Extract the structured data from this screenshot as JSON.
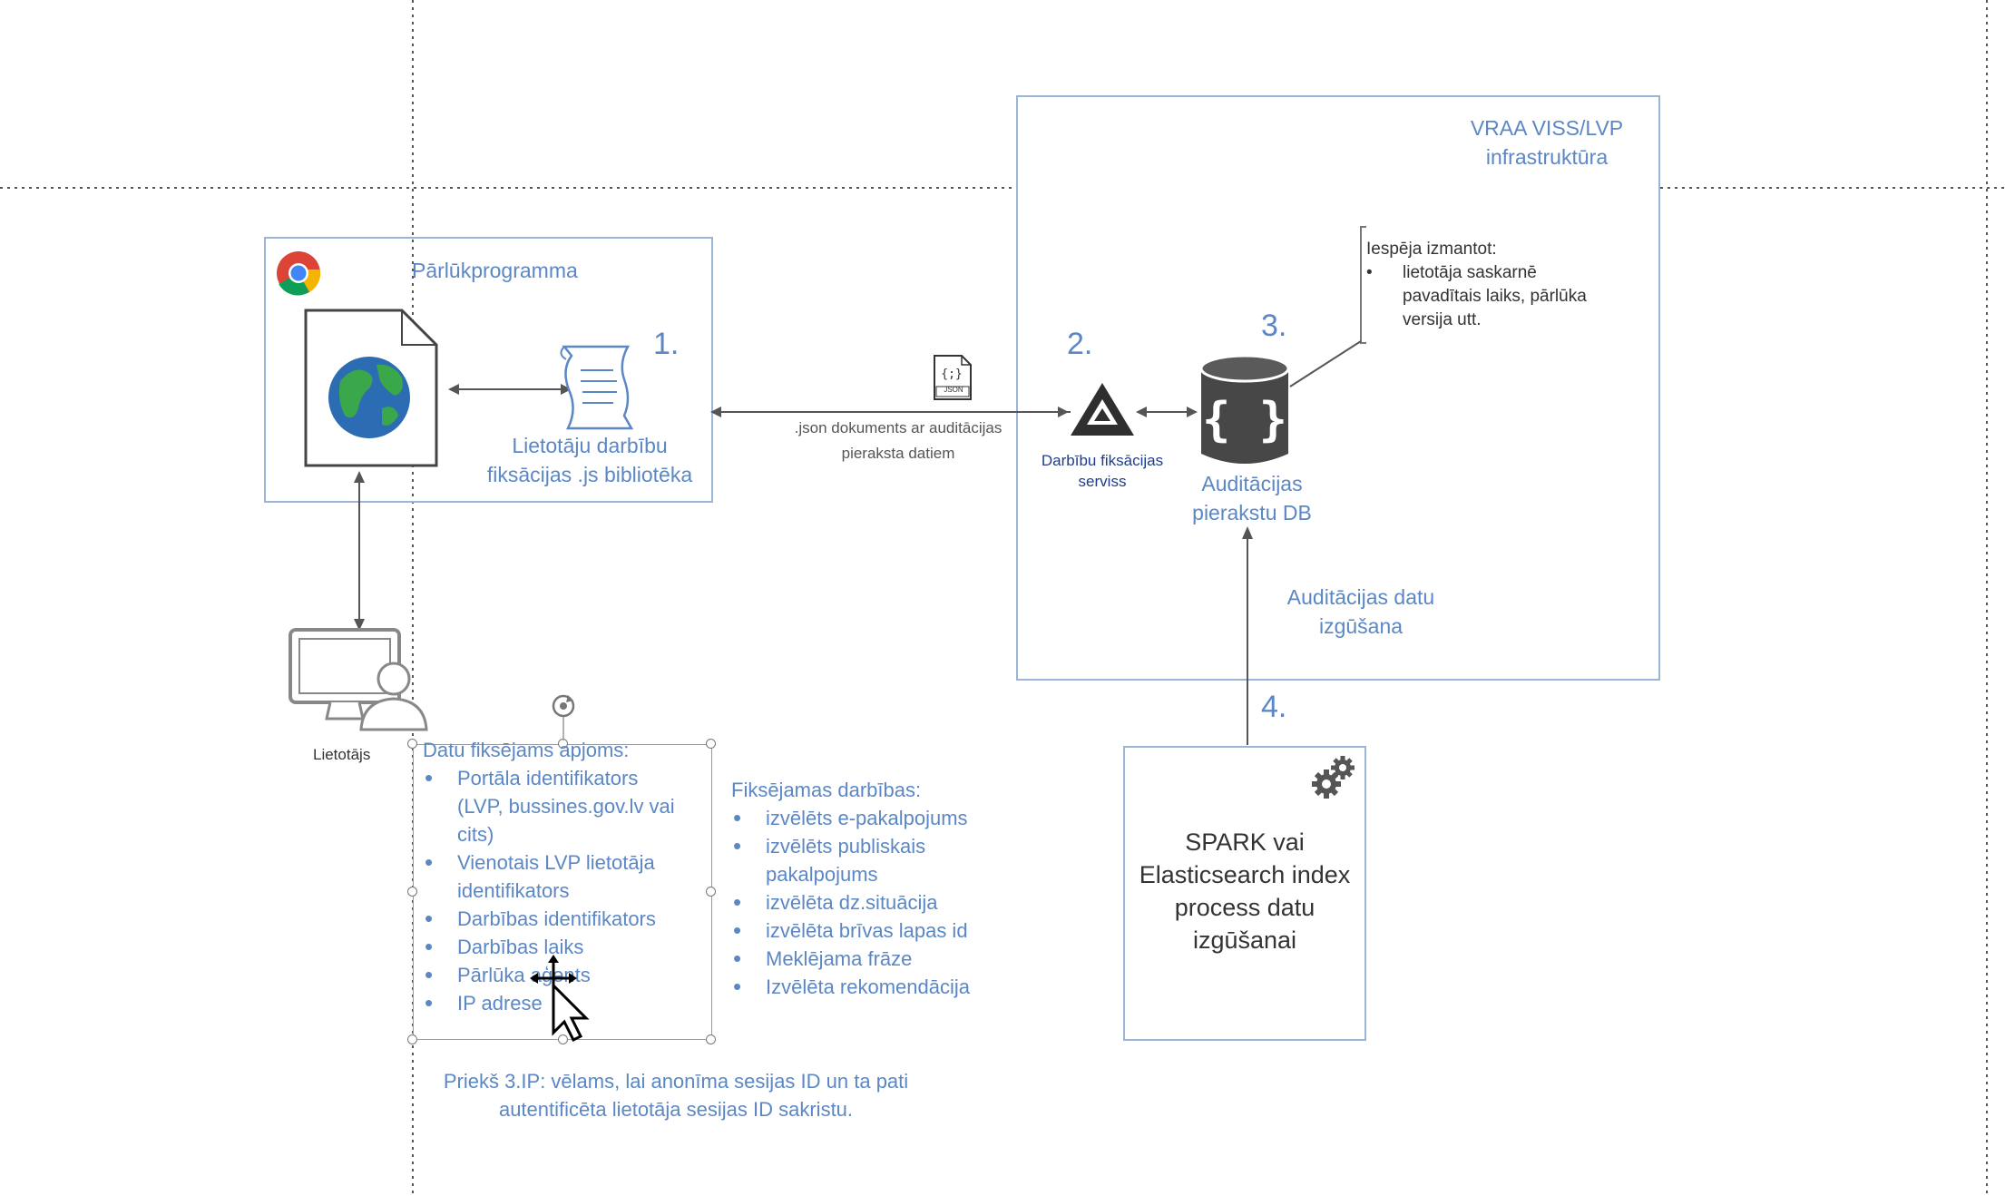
{
  "browser": {
    "title": "Pārlūkprogramma"
  },
  "steps": {
    "s1": "1.",
    "s2": "2.",
    "s3": "3.",
    "s4": "4."
  },
  "library": {
    "label_line1": "Lietotāju darbību",
    "label_line2": "fiksācijas .js bibliotēka"
  },
  "json_doc": {
    "icon_text": "JSON",
    "label_line1": ".json dokuments ar auditācijas",
    "label_line2": "pieraksta datiem"
  },
  "service": {
    "label_line1": "Darbību fiksācijas",
    "label_line2": "serviss"
  },
  "db": {
    "label_line1": "Auditācijas",
    "label_line2": "pierakstu DB"
  },
  "vraa": {
    "title_line1": "VRAA VISS/LVP",
    "title_line2": "infrastruktūra"
  },
  "note": {
    "heading": "Iespēja izmantot:",
    "bullet_line1": "lietotāja saskarnē",
    "bullet_line2": "pavadītais laiks, pārlūka",
    "bullet_line3": "versija utt."
  },
  "extraction": {
    "label_line1": "Auditācijas datu",
    "label_line2": "izgūšana"
  },
  "spark": {
    "line1": "SPARK vai",
    "line2": "Elasticsearch index",
    "line3": "process datu",
    "line4": "izgūšanai"
  },
  "user": {
    "label": "Lietotājs"
  },
  "data_scope": {
    "heading": "Datu fiksējams apjoms:",
    "items": [
      {
        "l1": "Portāla identifikators",
        "l2": "(LVP, bussines.gov.lv vai",
        "l3": "cits)"
      },
      {
        "l1": "Vienotais LVP lietotāja",
        "l2": "identifikators"
      },
      {
        "l1": "Darbības identifikators"
      },
      {
        "l1": "Darbības laiks"
      },
      {
        "l1": "Pārlūka aģents"
      },
      {
        "l1": "IP adrese"
      }
    ]
  },
  "actions": {
    "heading": "Fiksējamas darbības:",
    "items": [
      {
        "l1": "izvēlēts e-pakalpojums"
      },
      {
        "l1": "izvēlēts publiskais",
        "l2": "pakalpojums"
      },
      {
        "l1": "izvēlēta dz.situācija"
      },
      {
        "l1": "izvēlēta brīvas lapas id"
      },
      {
        "l1": "Meklējama frāze"
      },
      {
        "l1": "Izvēlēta rekomendācija"
      }
    ]
  },
  "footer_note": {
    "line1": "Priekš 3.IP: vēlams, lai anonīma sesijas ID un ta pati",
    "line2": "autentificēta lietotāja sesijas ID sakristu."
  },
  "colors": {
    "accent": "#5b87c5",
    "border": "#9bb4d8",
    "dark_icon": "#4a4a4a",
    "navy": "#1f3c88"
  }
}
